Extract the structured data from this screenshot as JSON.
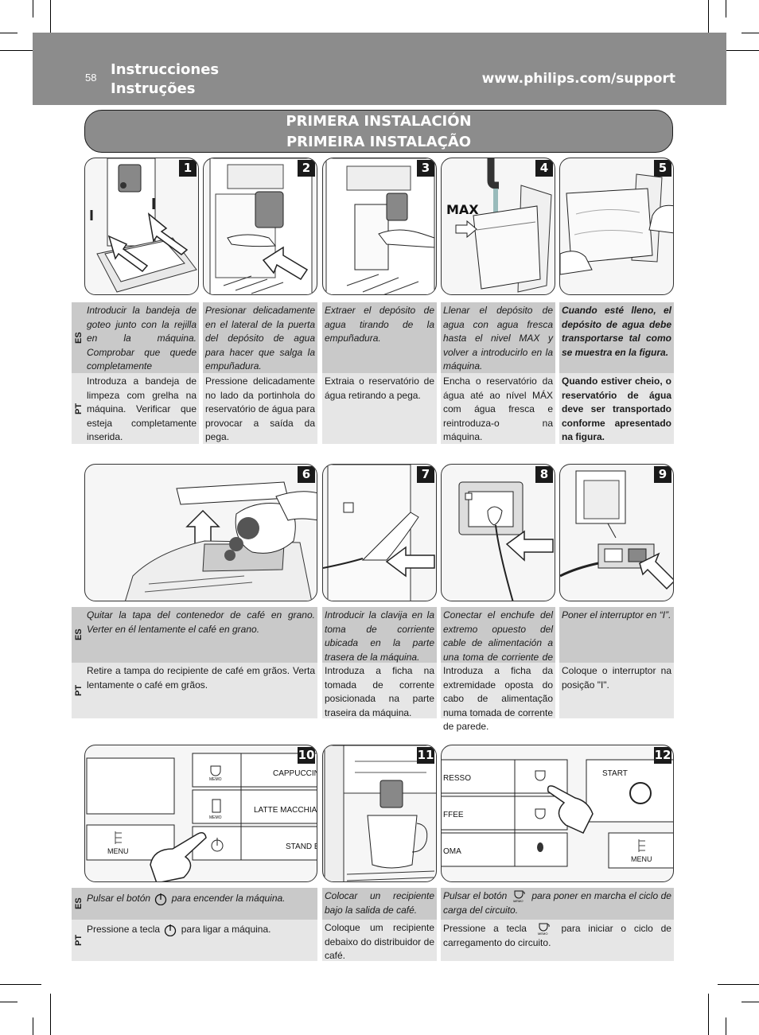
{
  "header": {
    "page_number": "58",
    "title_es": "Instrucciones",
    "title_pt": "Instruções",
    "url": "www.philips.com/support"
  },
  "section": {
    "title_es": "PRIMERA INSTALACIÓN",
    "title_pt": "PRIMEIRA INSTALAÇÃO"
  },
  "lang_labels": {
    "es": "ES",
    "pt": "PT"
  },
  "step_numbers": [
    "1",
    "2",
    "3",
    "4",
    "5",
    "6",
    "7",
    "8",
    "9",
    "10",
    "11",
    "12"
  ],
  "illustration_labels": {
    "max": "MAX",
    "cappuccino": "CAPPUCCINO",
    "latte": "LATTE MACCHIATO",
    "stand_by": "STAND BY",
    "menu": "MENU",
    "memo": "MEMO",
    "espresso": "RESSO",
    "coffee": "FFEE",
    "aroma": "OMA",
    "start": "START"
  },
  "steps": {
    "s1": {
      "es": "Introducir la bandeja de goteo junto con la rejilla en la máquina. Comprobar que quede completamente introducida.",
      "pt": "Introduza a bandeja de limpeza com grelha na máquina. Verificar que esteja completamente inserida."
    },
    "s2": {
      "es": "Presionar delicadamente en el lateral de la puerta del depósito de agua para hacer que salga la empuñadura.",
      "pt": "Pressione delicadamente no lado da portinhola do reservatório de água para provocar a saída da pega."
    },
    "s3": {
      "es": "Extraer el depósito de agua tirando de la empuñadura.",
      "pt": "Extraia o reservatório de água retirando a pega."
    },
    "s4": {
      "es": "Llenar el depósito de agua con agua fresca hasta el nivel MAX y volver a introducirlo en la máquina.",
      "pt": "Encha o reservatório da água até ao nível MÁX com água fresca e reintroduza-o na máquina."
    },
    "s5": {
      "es": "Cuando esté lleno, el depósito de agua debe transportarse tal como se muestra en la figura.",
      "pt": "Quando estiver cheio, o reservatório de água deve ser transportado conforme apresentado na figura."
    },
    "s6": {
      "es": "Quitar la tapa del contenedor de café en grano. Verter en él lentamente el café en grano.",
      "pt": "Retire a tampa do recipiente de café em grãos. Verta lentamente o café em grãos."
    },
    "s7": {
      "es": "Introducir la clavija en la toma de corriente ubicada en la parte trasera de la máquina.",
      "pt": "Introduza a ficha na tomada de corrente posicionada na parte traseira da máquina."
    },
    "s8": {
      "es": "Conectar el enchufe del extremo opuesto del cable de alimentación a una toma de corriente de pared.",
      "pt": "Introduza a ficha da extremidade oposta do cabo de alimentação numa tomada de corrente de parede."
    },
    "s9": {
      "es": "Poner el interruptor en “I”.",
      "pt": "Coloque o interruptor na posição \"I\"."
    },
    "s10": {
      "es_a": "Pulsar el botón",
      "es_b": "para encender la máquina.",
      "pt_a": "Pressione a tecla",
      "pt_b": "para ligar a máquina."
    },
    "s11": {
      "es": "Colocar un recipiente bajo la salida de café.",
      "pt": "Coloque um recipiente debaixo do distribuidor de café."
    },
    "s12": {
      "es_a": "Pulsar el botón",
      "es_b": "para poner en marcha el ciclo de carga del circuito.",
      "pt_a": "Pressione a tecla",
      "pt_b": "para iniciar o ciclo de carregamento do circuito."
    }
  }
}
